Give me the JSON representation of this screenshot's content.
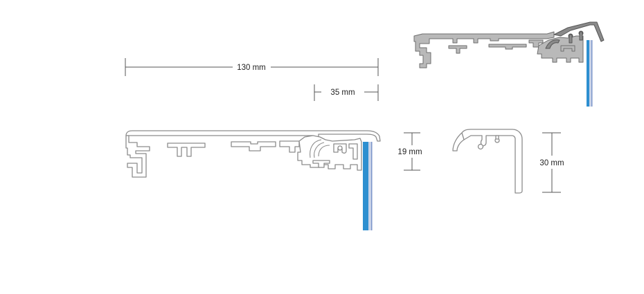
{
  "dimensions": {
    "overall_width": "130 mm",
    "lip_width": "35 mm",
    "insert_height": "19 mm",
    "cover_height": "30 mm"
  },
  "colors": {
    "panel_blue": "#2d8fd0",
    "panel_light": "#c9d3e8",
    "profile_fill": "#b9b9b9",
    "profile_stroke": "#8c8c8c",
    "dimension_line": "#555555"
  }
}
